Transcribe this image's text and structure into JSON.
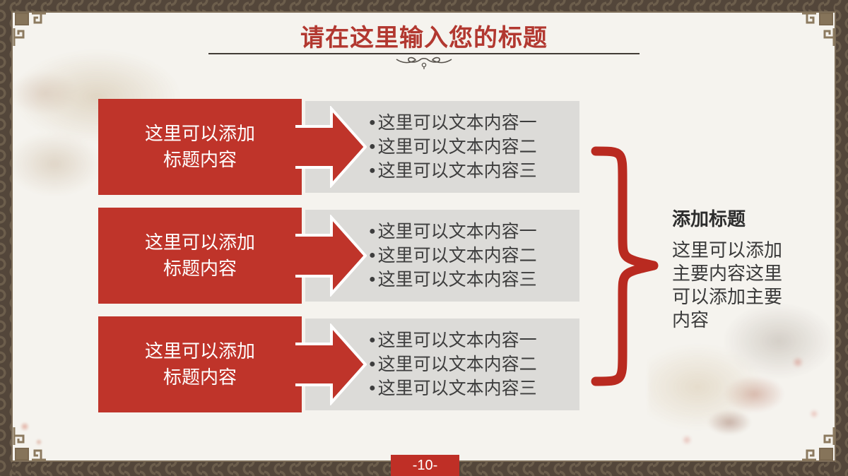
{
  "slide": {
    "title": "请在这里输入您的标题",
    "bullet_char": "●",
    "rows": [
      {
        "heading_lines": [
          "这里可以添加",
          "标题内容"
        ],
        "bullets": [
          "这里可以文本内容一",
          "这里可以文本内容二",
          "这里可以文本内容三"
        ]
      },
      {
        "heading_lines": [
          "这里可以添加",
          "标题内容"
        ],
        "bullets": [
          "这里可以文本内容一",
          "这里可以文本内容二",
          "这里可以文本内容三"
        ]
      },
      {
        "heading_lines": [
          "这里可以添加",
          "标题内容"
        ],
        "bullets": [
          "这里可以文本内容一",
          "这里可以文本内容二",
          "这里可以文本内容三"
        ]
      }
    ],
    "callout": {
      "title": "添加标题",
      "body": "这里可以添加主要内容这里可以添加主要内容"
    },
    "page_number": "-10-",
    "colors": {
      "accent_red": "#bf342a",
      "title_red": "#b23830",
      "brace_red": "#b92a20",
      "page_red": "#bf2f26",
      "gray_panel": "#dcdbd8",
      "border_brown": "#53463a",
      "ornament_tan": "#8c7a5f",
      "paper": "#f5f3ee"
    }
  }
}
